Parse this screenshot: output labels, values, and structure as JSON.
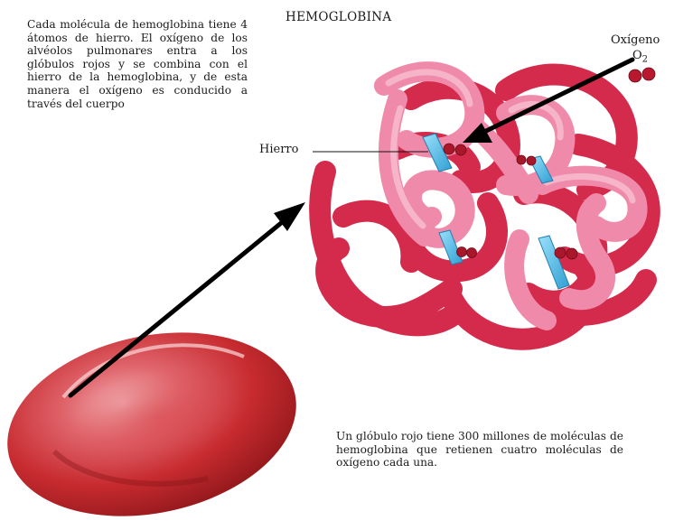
{
  "title": "HEMOGLOBINA",
  "intro_text": "Cada molécula de hemoglobina tiene 4 átomos de hierro. El oxígeno de los alvéolos pulmonares entra a los glóbulos rojos y se combina con el hierro de la hemoglobina, y de esta manera el oxígeno es conducido a través del cuerpo",
  "cell_text": "Un glóbulo rojo tiene 300 millones de moléculas de hemoglobina que retienen cuatro moléculas de oxígeno cada una.",
  "labels": {
    "oxygen": "Oxígeno",
    "o2_symbol": "O",
    "o2_subscript": "2",
    "iron": "Hierro"
  },
  "colors": {
    "ribbon_dark": "#d42a4c",
    "ribbon_light": "#f08aaa",
    "heme_blue": "#5ec2ea",
    "oxygen_dark_red": "#a8172a",
    "blood_cell": "#c0282a",
    "arrow": "#000000"
  }
}
